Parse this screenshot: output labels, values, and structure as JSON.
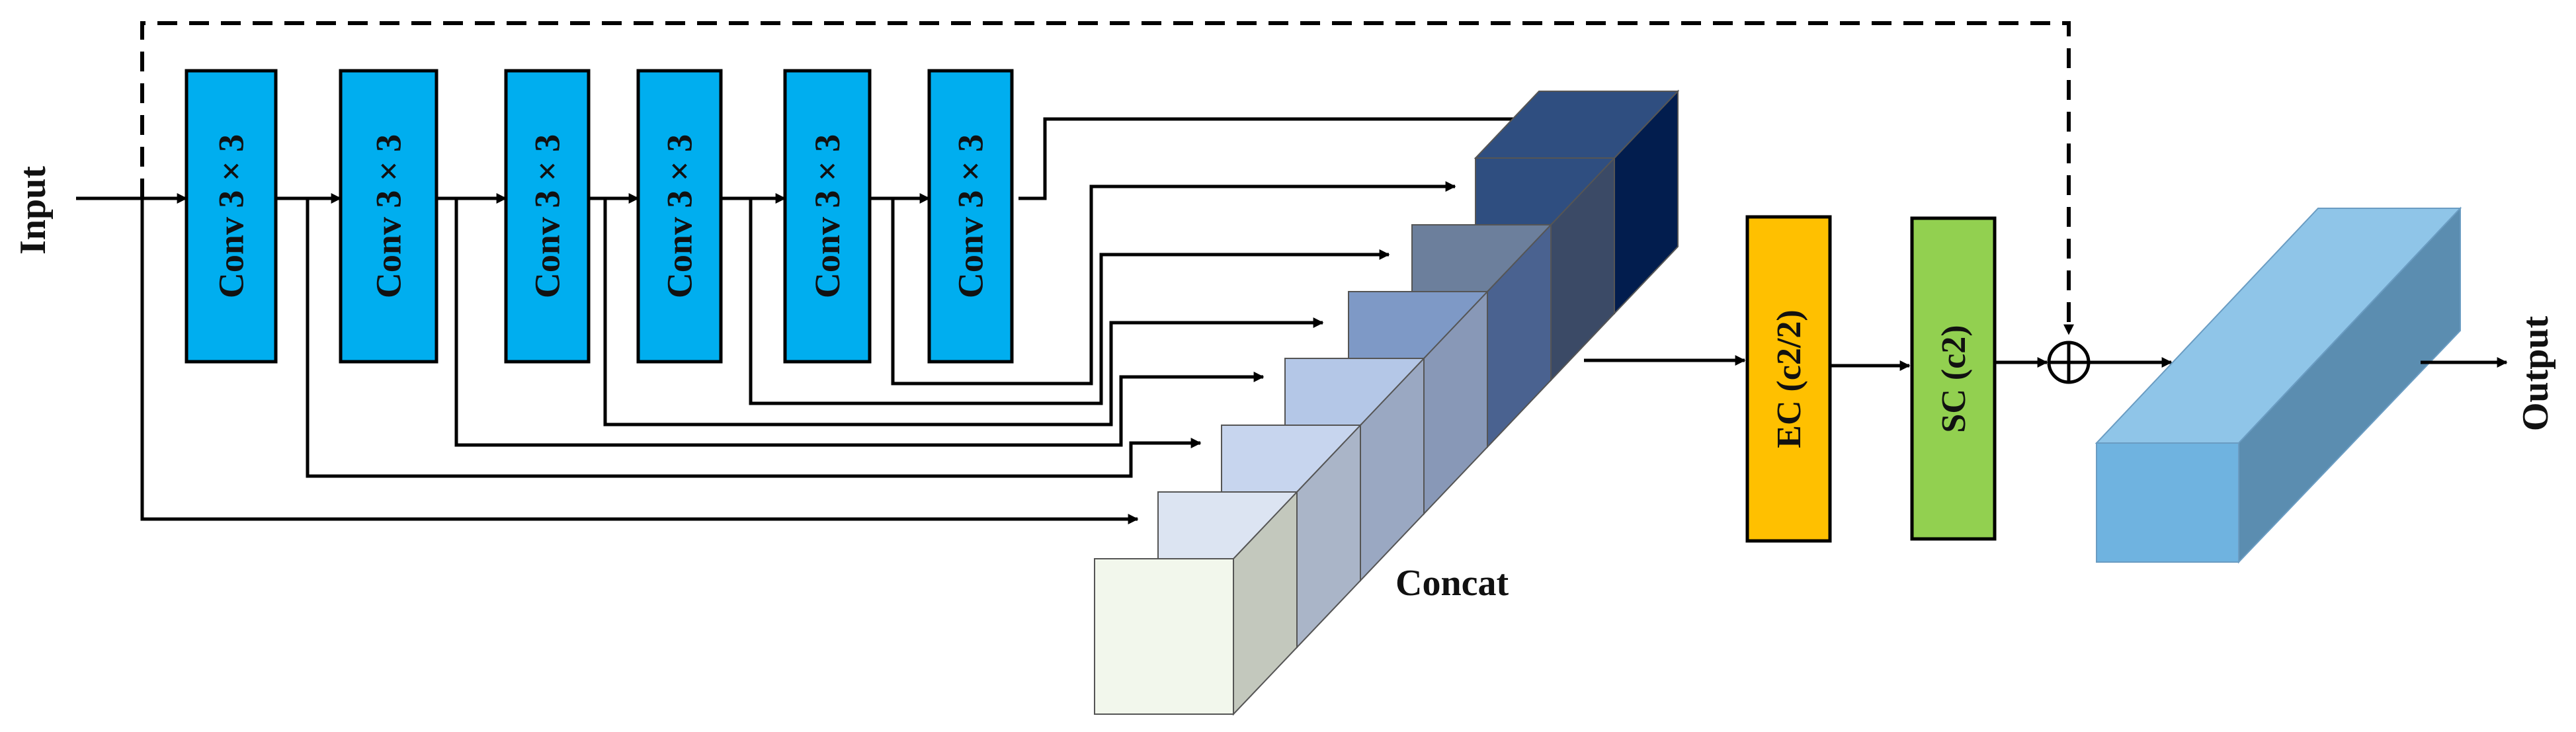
{
  "input_label": "Input",
  "output_label": "Output",
  "concat_label": "Concat",
  "conv_blocks": [
    {
      "label": "Conv 3 × 3"
    },
    {
      "label": "Conv 3 × 3"
    },
    {
      "label": "Conv 3 × 3"
    },
    {
      "label": "Conv 3 × 3"
    },
    {
      "label": "Conv 3 × 3"
    },
    {
      "label": "Conv 3 × 3"
    }
  ],
  "ec_block": {
    "label": "EC (c2/2)"
  },
  "sc_block": {
    "label": "SC (c2)"
  },
  "add_symbol": "⊕",
  "colors": {
    "conv_fill": "#00AEEF",
    "ec_fill": "#FFC000",
    "sc_fill": "#92D050",
    "output_front": "#6FB3E0",
    "output_top": "#8FC5E8",
    "output_side": "#5B8DB0",
    "concat_fronts": [
      "#F2F7EC",
      "#DCE4F2",
      "#C7D5EE",
      "#B4C7E7",
      "#7E99C6",
      "#6C7F9C",
      "#2F4E80"
    ],
    "concat_sides": [
      "#C3C8BD",
      "#AAB5C8",
      "#9AA8C2",
      "#8898B7",
      "#4A6290",
      "#3B4A66",
      "#021D4E"
    ]
  }
}
